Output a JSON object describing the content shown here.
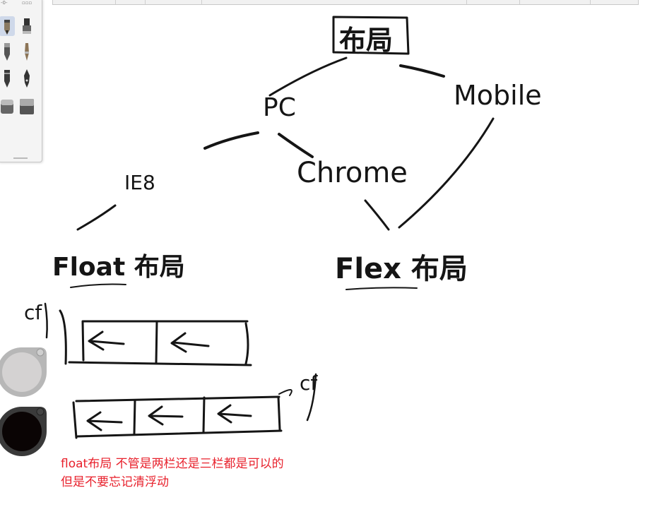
{
  "diagram": {
    "root": "布局",
    "nodes": {
      "pc": "PC",
      "mobile": "Mobile",
      "ie8": "IE8",
      "chrome": "Chrome",
      "float_layout": "Float 布局",
      "flex_layout": "Flex 布局",
      "clearfix_1": "cf",
      "clearfix_2": "cf"
    }
  },
  "note": {
    "line1_lead": "float",
    "line1_rest": "布局 不管是两栏还是三栏都是可以的",
    "line2": "但是不要忘记清浮动"
  },
  "palette": {
    "tools": [
      "pencil-icon",
      "ink-pen-icon",
      "marker-icon",
      "paintbrush-icon",
      "felt-pen-icon",
      "fountain-pen-icon",
      "eraser-icon",
      "fill-icon"
    ]
  },
  "colors": {
    "ink": "#151515",
    "note": "#e8212c",
    "selected_tool_bg": "#cfd9ea",
    "puck_light": "#d4d2d2",
    "puck_dark": "#0a0404"
  }
}
